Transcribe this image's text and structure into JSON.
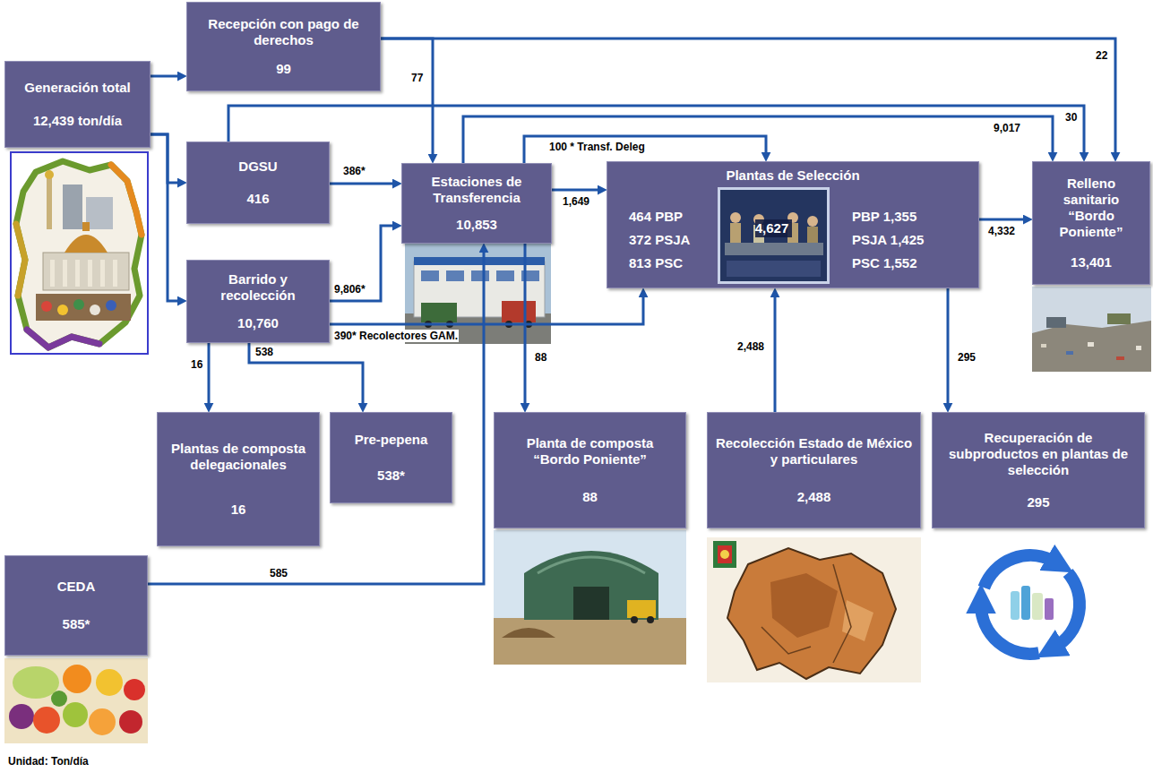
{
  "diagram": {
    "nodes": [
      {
        "text": [
          "Recepción con pago de derechos",
          "99"
        ]
      },
      {
        "text": [
          "Generación total",
          "12,439 ton/día"
        ]
      },
      {
        "text": [
          "DGSU",
          "416"
        ]
      },
      {
        "text": [
          "Estaciones de Transferencia",
          "10,853"
        ]
      },
      {
        "text": [
          "Plantas de Selección",
          "464 PBP",
          "372 PSJA",
          "813 PSC",
          "4,627",
          "PBP 1,355",
          "PSJA 1,425",
          "PSC 1,552"
        ]
      },
      {
        "text": [
          "Relleno sanitario “Bordo Poniente”",
          "13,401"
        ]
      },
      {
        "text": [
          "Barrido y recolección",
          "10,760"
        ]
      },
      {
        "text": [
          "Plantas de composta delegacionales",
          "16"
        ]
      },
      {
        "text": [
          "Pre-pepena",
          "538*"
        ]
      },
      {
        "text": [
          "Planta de composta “Bordo Poniente”",
          "88"
        ]
      },
      {
        "text": [
          "Recolección Estado de México y particulares",
          "2,488"
        ]
      },
      {
        "text": [
          "Recuperación de subproductos en plantas de selección",
          "295"
        ]
      },
      {
        "text": [
          "CEDA",
          "585*"
        ]
      }
    ],
    "edges": [
      {
        "from": 1,
        "to": 0,
        "arrow": "to"
      },
      {
        "from": 1,
        "to": 2,
        "arrow": "to"
      },
      {
        "from": 1,
        "to": 6,
        "arrow": "to"
      },
      {
        "from": 0,
        "to": 3,
        "label": "77",
        "arrow": "to"
      },
      {
        "from": 0,
        "to": 5,
        "label": "22",
        "arrow": "to"
      },
      {
        "from": 2,
        "to": 5,
        "label": "30",
        "arrow": "to"
      },
      {
        "from": 2,
        "to": 3,
        "label": "386*",
        "arrow": "to"
      },
      {
        "from": 3,
        "to": 4,
        "label": "1,649",
        "arrow": "to"
      },
      {
        "from": 3,
        "to": 4,
        "label": "100 * Transf. Deleg",
        "arrow": "to"
      },
      {
        "from": 3,
        "to": 5,
        "label": "9,017",
        "arrow": "to"
      },
      {
        "from": 3,
        "to": 9,
        "label": "88",
        "arrow": "to"
      },
      {
        "from": 4,
        "to": 5,
        "label": "4,332",
        "arrow": "to"
      },
      {
        "from": 4,
        "to": 11,
        "label": "295",
        "arrow": "to"
      },
      {
        "from": 6,
        "to": 3,
        "label": "9,806*",
        "arrow": "to"
      },
      {
        "from": 6,
        "to": 4,
        "label": "390* Recolectores GAM.",
        "arrow": "to"
      },
      {
        "from": 6,
        "to": 7,
        "label": "16",
        "arrow": "to"
      },
      {
        "from": 6,
        "to": 8,
        "label": "538",
        "arrow": "to"
      },
      {
        "from": 10,
        "to": 4,
        "label": "2,488",
        "arrow": "to"
      },
      {
        "from": 12,
        "to": 3,
        "label": "585",
        "arrow": "to"
      }
    ],
    "labels": [
      "Unidad: Ton/día"
    ]
  }
}
